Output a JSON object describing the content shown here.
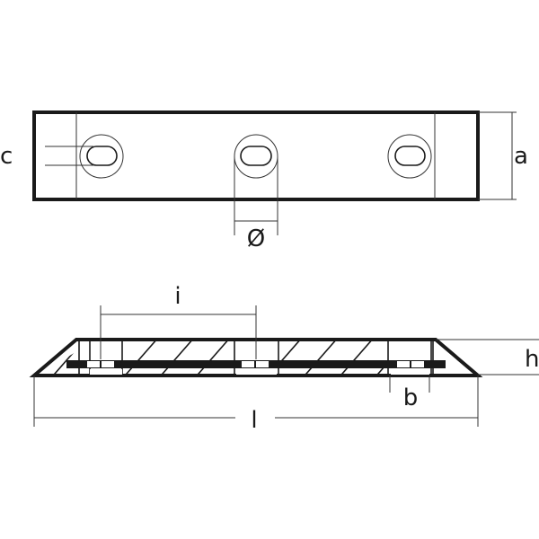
{
  "labels": {
    "a": "a",
    "c": "c",
    "diameter": "Ø",
    "i": "i",
    "h": "h",
    "b": "b",
    "l": "l"
  },
  "colors": {
    "line": "#1a1a1a",
    "background": "#ffffff"
  }
}
